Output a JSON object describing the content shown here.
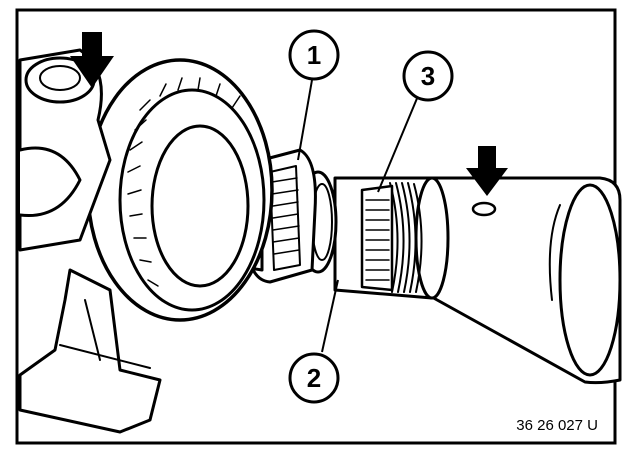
{
  "figure": {
    "reference_code": "36 26 027 U",
    "callouts": [
      {
        "number": "1"
      },
      {
        "number": "2"
      },
      {
        "number": "3"
      }
    ],
    "arrow_icons": [
      "down-arrow-icon",
      "down-arrow-icon"
    ],
    "colors": {
      "ink": "#000000",
      "paper": "#ffffff"
    }
  }
}
